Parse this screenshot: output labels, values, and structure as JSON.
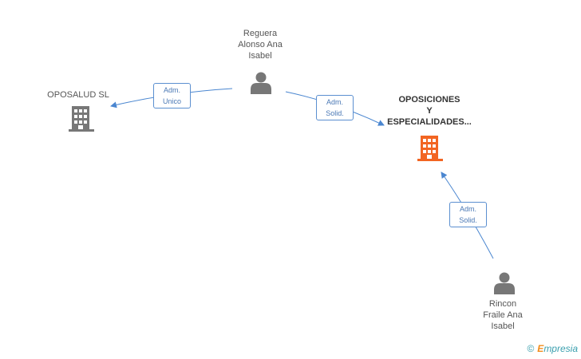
{
  "nodes": {
    "person_top": {
      "line1": "Reguera",
      "line2": "Alonso Ana",
      "line3": "Isabel"
    },
    "company_left": {
      "name": "OPOSALUD SL"
    },
    "company_main": {
      "line1": "OPOSICIONES",
      "line2": "Y",
      "line3": "ESPECIALIDADES..."
    },
    "person_bottom": {
      "line1": "Rincon",
      "line2": "Fraile Ana",
      "line3": "Isabel"
    }
  },
  "edges": {
    "top_to_left": {
      "line1": "Adm.",
      "line2": "Unico"
    },
    "top_to_main": {
      "line1": "Adm.",
      "line2": "Solid."
    },
    "bottom_to_main": {
      "line1": "Adm.",
      "line2": "Solid."
    }
  },
  "colors": {
    "person": "#777777",
    "company": "#777777",
    "company_main": "#f26522",
    "edge": "#4a86d0"
  },
  "icons": {
    "person": "person-icon",
    "company": "building-icon"
  },
  "brand": {
    "symbol": "©",
    "initial": "E",
    "rest": "mpresia"
  }
}
